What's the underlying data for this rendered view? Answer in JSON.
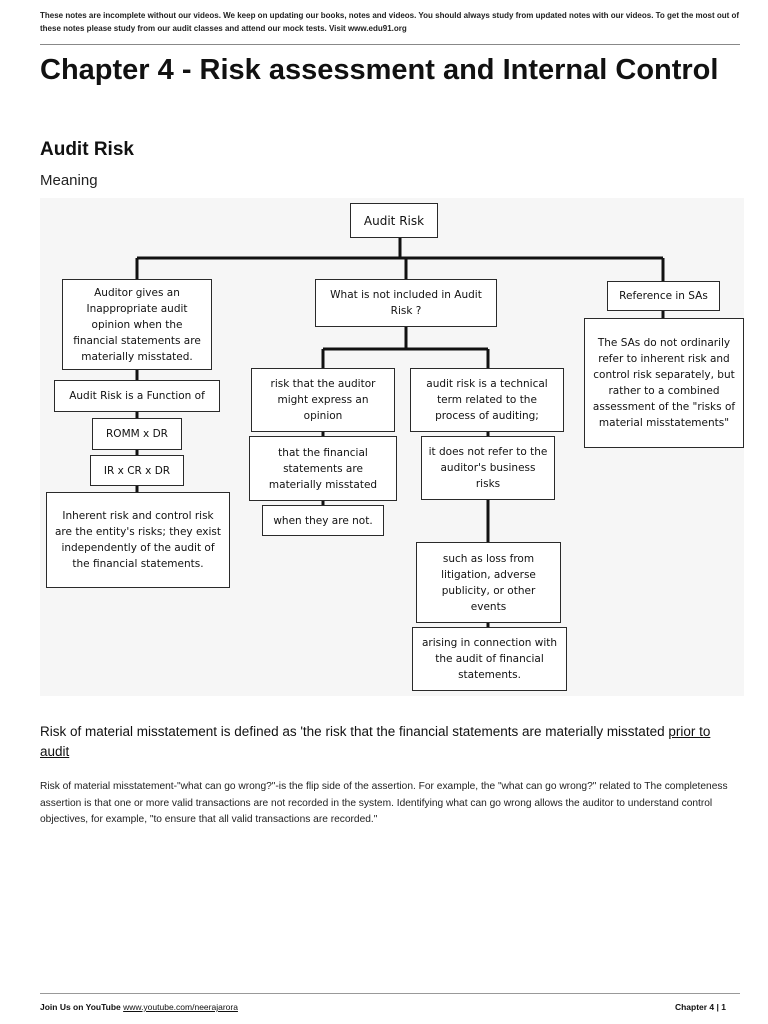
{
  "header": {
    "notice": "These notes are incomplete without our videos. We keep on updating our books, notes and videos. You should always study from updated notes with our videos. To get the most out of these notes please study from our audit classes and attend our mock tests. Visit www.edu91.org"
  },
  "title": "Chapter 4 - Risk assessment and Internal Control",
  "section": "Audit Risk",
  "subsection": "Meaning",
  "diagram": {
    "root": "Audit Risk",
    "left": {
      "definition": "Auditor gives an Inappropriate audit opinion when the financial statements are materially misstated.",
      "function_label": "Audit Risk is a Function of",
      "formula1": "ROMM x DR",
      "formula2": "IR x CR x DR",
      "note": "Inherent risk and control risk are the entity's risks; they exist independently of the audit of the financial statements."
    },
    "middle": {
      "question": "What is not included in Audit Risk ?",
      "risk_opinion": "risk that the auditor might express an opinion",
      "fs_misstated": "that the financial statements are materially misstated",
      "when_not": "when they are not.",
      "technical_term": "audit risk is a technical term related to the process of auditing;",
      "business_risks": "it does not refer to the auditor's business risks",
      "loss_examples": "such as loss from litigation, adverse publicity, or other events",
      "arising": "arising in connection with the audit of financial statements."
    },
    "right": {
      "reference": "Reference in SAs",
      "note": "The SAs do not ordinarily refer to inherent risk and control risk separately, but rather to a combined assessment of the \"risks of material misstatements\""
    }
  },
  "paragraph1": {
    "text": "Risk of material misstatement is defined as 'the risk that the financial statements are materially misstated ",
    "underlined": "prior to audit"
  },
  "paragraph2": "Risk of material misstatement-\"what can go wrong?\"-is the flip side of the assertion. For example, the \"what can go wrong?\" related to The completeness assertion is that one or more valid transactions are not recorded in the system. Identifying what can go wrong allows the auditor to understand control objectives, for example, \"to ensure that all valid transactions are recorded.\"",
  "footer": {
    "join_label": "Join Us on YouTube",
    "youtube_link": "www.youtube.com/neerajarora",
    "page_label": "Chapter 4  |  1"
  }
}
